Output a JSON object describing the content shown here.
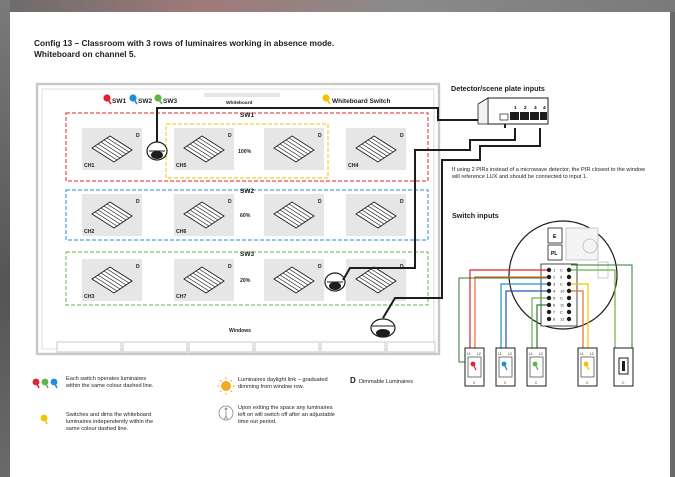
{
  "title": "Config 13 – Classroom with 3 rows of luminaires working in absence mode. Whiteboard on channel 5.",
  "room": {
    "switch_labels": [
      "SW1",
      "SW2",
      "SW3"
    ],
    "whiteboard_label": "Whiteboard",
    "whiteboard_switch_label": "Whiteboard Switch",
    "windows_label": "Windows",
    "zone_labels": [
      "SW1",
      "SW2",
      "SW3"
    ],
    "zone_colors": [
      "#e4202e",
      "#1f8fd6",
      "#62b446"
    ],
    "whiteboard_zone_color": "#f4c400",
    "dim_marker": "D",
    "channels": [
      "CH1",
      "CH5",
      "CH4",
      "CH2",
      "CH6",
      "CH3",
      "CH7"
    ],
    "dim_levels": [
      "100%",
      "60%",
      "20%"
    ]
  },
  "detector": {
    "heading": "Detector/scene plate inputs",
    "terminals": [
      "1",
      "2",
      "3",
      "4"
    ],
    "note": "If using 2 PIRs instead of a microwave detector, the PIR closest to the window will reference LUX and should be connected to input 1."
  },
  "switch_inputs": {
    "heading": "Switch inputs",
    "module_letters": [
      "E",
      "PL"
    ],
    "left_terminals": [
      "1",
      "2",
      "3",
      "4",
      "5",
      "6",
      "7",
      "8"
    ],
    "right_terminals": [
      "C",
      "9",
      "C",
      "10",
      "C",
      "11",
      "C",
      "12"
    ],
    "switch_terminal_labels": [
      "L1",
      "L2",
      "C"
    ],
    "switch_colors": [
      "#e4202e",
      "#1f8fd6",
      "#62b446",
      "#f4c400"
    ]
  },
  "legend": {
    "colored_switches": "Each switch operates luminaires within the same colour dashed line.",
    "yellow_switch": "Switches and dims the whiteboard luminaires independently within the same colour dashed line.",
    "daylight": "Luminaires daylight link – graduated dimming from window row.",
    "absence": "Upon exiting the space any luminaires left on will switch off after an adjustable time out period.",
    "dimmable_marker": "D",
    "dimmable": "Dimmable Luminaires"
  }
}
